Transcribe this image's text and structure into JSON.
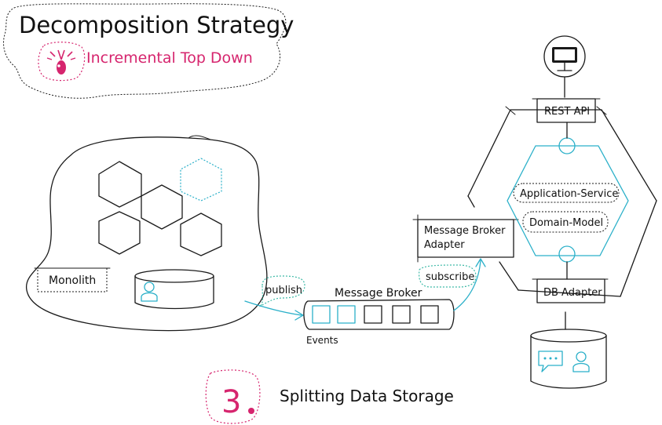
{
  "header": {
    "title": "Decomposition Strategy",
    "subtitle": "Incremental Top Down"
  },
  "monolith": {
    "label": "Monolith"
  },
  "broker": {
    "title": "Message Broker",
    "events_label": "Events",
    "publish_label": "publish",
    "subscribe_label": "subscribe",
    "adapter_line1": "Message Broker",
    "adapter_line2": "Adapter"
  },
  "service": {
    "rest_api": "REST API",
    "application_service": "Application-Service",
    "domain_model": "Domain-Model",
    "db_adapter": "DB Adapter"
  },
  "footer": {
    "step_number": "3",
    "step_label": "Splitting Data Storage"
  },
  "colors": {
    "accent_pink": "#d6256e",
    "accent_teal": "#2bb0c9",
    "ink": "#1a1a1a"
  }
}
